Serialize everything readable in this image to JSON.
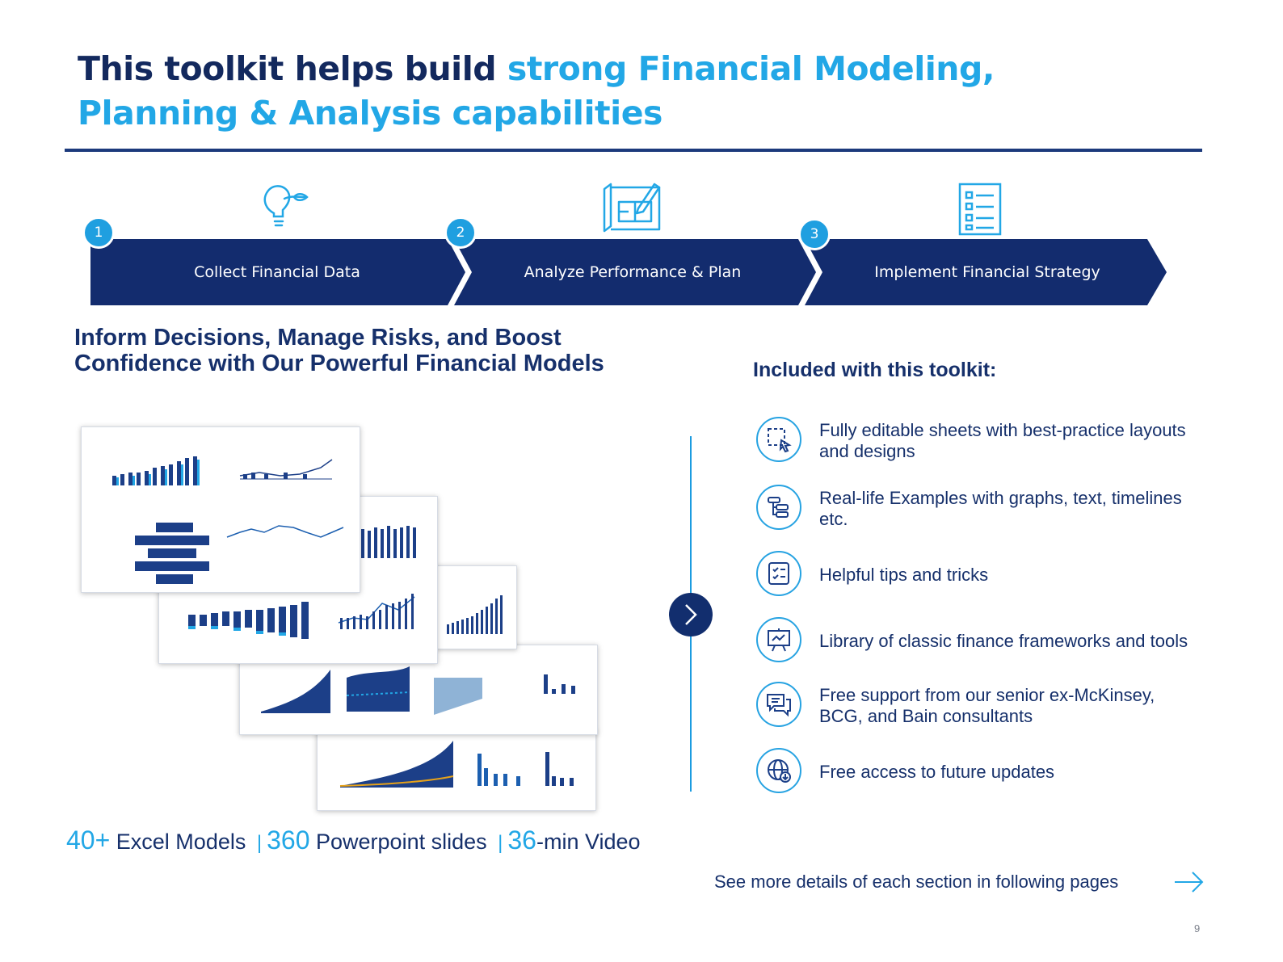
{
  "title": {
    "part1": "This toolkit helps build ",
    "part2": "strong Financial Modeling, Planning & Analysis capabilities"
  },
  "steps": [
    {
      "number": "1",
      "label": "Collect Financial Data",
      "icon": "lightbulb-icon"
    },
    {
      "number": "2",
      "label": "Analyze Performance & Plan",
      "icon": "blueprint-pencil-icon"
    },
    {
      "number": "3",
      "label": "Implement Financial Strategy",
      "icon": "checklist-icon"
    }
  ],
  "subheading": "Inform Decisions, Manage Risks, and Boost Confidence with Our Powerful Financial Models",
  "stats": {
    "excel_num": "40+",
    "excel_label": " Excel Models",
    "ppt_num": "360",
    "ppt_label": " Powerpoint slides",
    "video_num": "36",
    "video_label": "-min Video",
    "separator": "|"
  },
  "included": {
    "title": "Included with this toolkit:",
    "items": [
      {
        "icon": "editable-select-icon",
        "text": "Fully editable sheets with best-practice layouts and designs"
      },
      {
        "icon": "timeline-icon",
        "text": "Real-life Examples with graphs, text, timelines etc."
      },
      {
        "icon": "tips-checklist-icon",
        "text": "Helpful tips and tricks"
      },
      {
        "icon": "presentation-board-icon",
        "text": "Library of classic finance frameworks and tools"
      },
      {
        "icon": "chat-support-icon",
        "text": "Free support from our senior ex-McKinsey, BCG, and Bain consultants"
      },
      {
        "icon": "globe-update-icon",
        "text": "Free access to future updates"
      }
    ]
  },
  "footer": {
    "link_text": "See more details of each section in following pages",
    "page_number": "9"
  },
  "colors": {
    "navy": "#13295e",
    "accent": "#22a7e6",
    "arrow_fill": "#132c6e"
  }
}
